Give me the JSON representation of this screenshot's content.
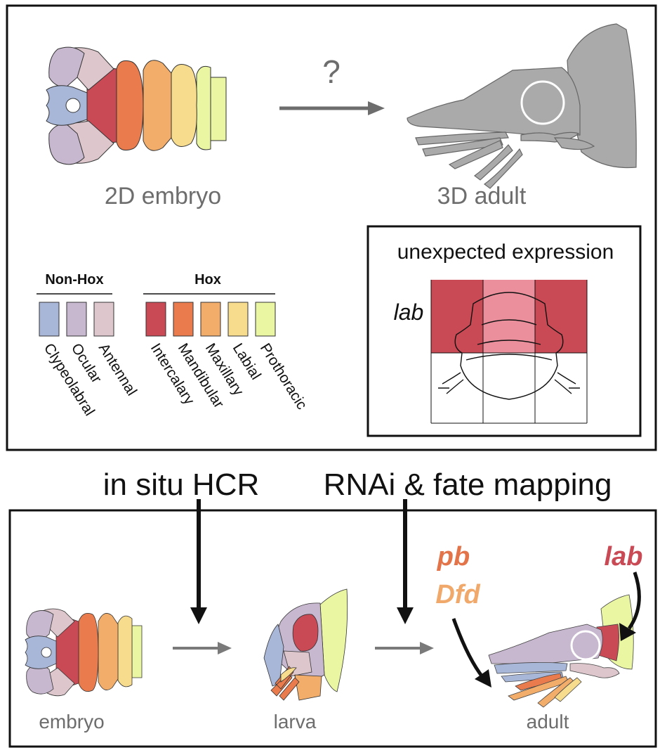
{
  "top_panel": {
    "question_mark": "?",
    "embryo_label": "2D embryo",
    "adult_label": "3D adult"
  },
  "legend": {
    "nonhox_title": "Non-Hox",
    "hox_title": "Hox",
    "nonhox_items": [
      {
        "label": "Clypeolabral",
        "color": "#a8b6d8"
      },
      {
        "label": "Ocular",
        "color": "#c7b7cf"
      },
      {
        "label": "Antennal",
        "color": "#ddc7cd"
      }
    ],
    "hox_items": [
      {
        "label": "Intercalary",
        "color": "#c94a55"
      },
      {
        "label": "Mandibular",
        "color": "#e97b4c"
      },
      {
        "label": "Maxillary",
        "color": "#f2ad6b"
      },
      {
        "label": "Labial",
        "color": "#f7dc8e"
      },
      {
        "label": "Prothoracic",
        "color": "#eaf6a2"
      }
    ]
  },
  "inset": {
    "title": "unexpected expression",
    "gene": "lab",
    "colors": {
      "strong": "#c94a55",
      "light": "#ea8f9b"
    }
  },
  "methods": {
    "left": "in situ HCR",
    "right": "RNAi & fate mapping"
  },
  "bottom_panel": {
    "stage_labels": [
      "embryo",
      "larva",
      "adult"
    ],
    "genes": [
      {
        "name": "pb",
        "color": "#e3744a"
      },
      {
        "name": "Dfd",
        "color": "#f0a96a"
      },
      {
        "name": "lab",
        "color": "#c94a55"
      }
    ]
  }
}
